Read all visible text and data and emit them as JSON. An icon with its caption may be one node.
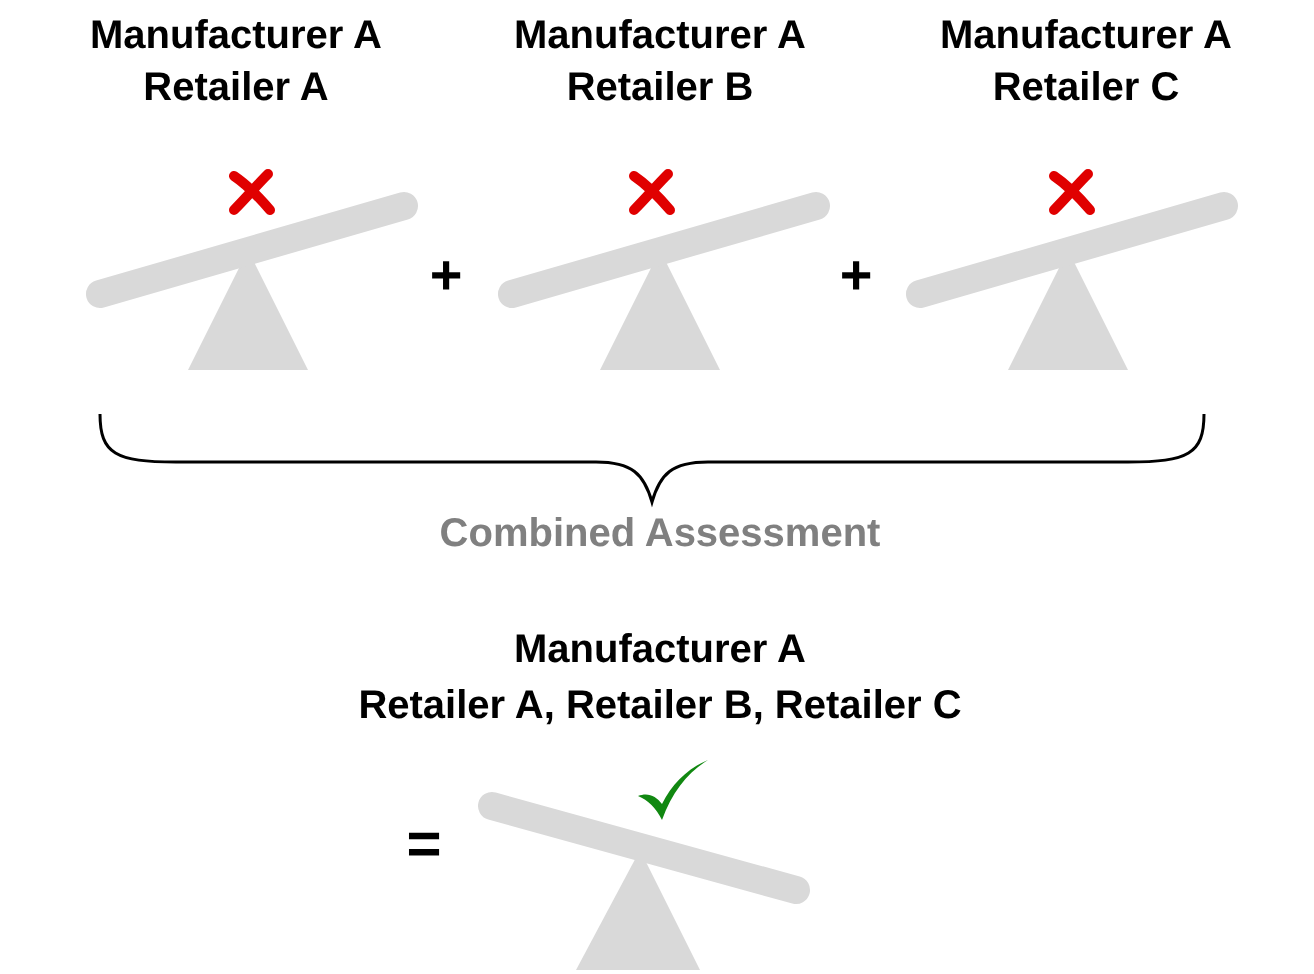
{
  "diagram": {
    "labels": [
      "Manufacturer A Retailer A",
      "Manufacturer A Retailer B",
      "Manufacturer A Retailer C",
      "+",
      "+",
      "Combined Assessment",
      "Manufacturer A",
      "Retailer A, Retailer B, Retailer C",
      "="
    ]
  }
}
